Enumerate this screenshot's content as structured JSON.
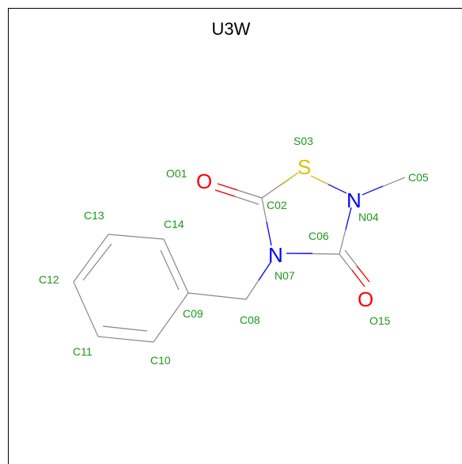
{
  "title": "U3W",
  "colors": {
    "label": "#1a9a1a",
    "bond": "#888888",
    "oxygen": "#ff0000",
    "nitrogen": "#0000ff",
    "sulfur": "#e0c000"
  },
  "elements": {
    "o1": "O",
    "o15": "O",
    "s03": "S",
    "n04": "N",
    "n07": "N"
  },
  "labels": {
    "O01": "O01",
    "S03": "S03",
    "C05": "C05",
    "C02": "C02",
    "N04": "N04",
    "C06": "C06",
    "N07": "N07",
    "C13": "C13",
    "C14": "C14",
    "C12": "C12",
    "C09": "C09",
    "C08": "C08",
    "O15": "O15",
    "C11": "C11",
    "C10": "C10"
  }
}
